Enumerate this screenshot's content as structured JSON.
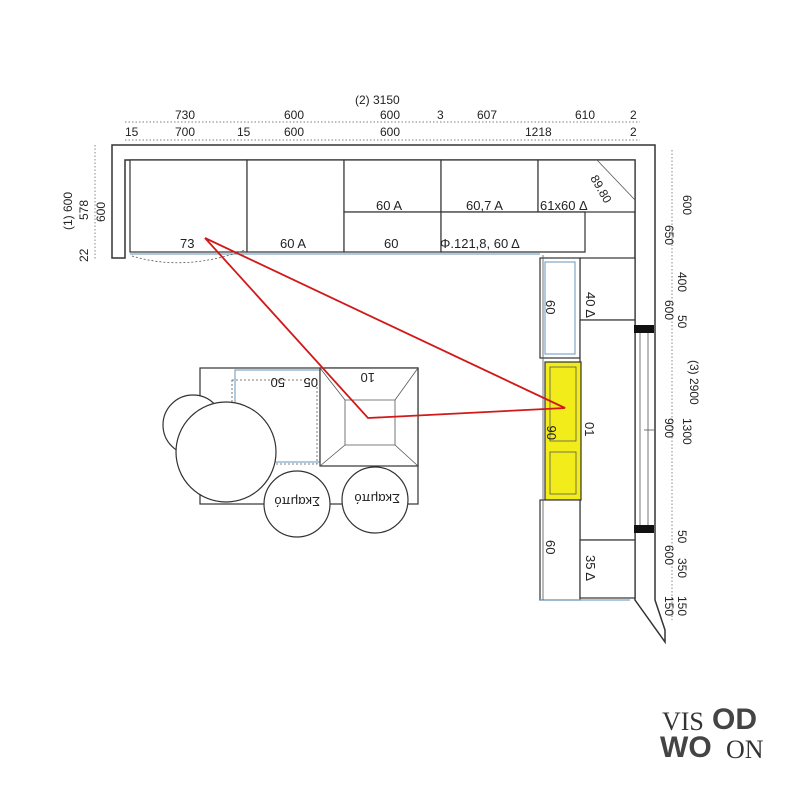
{
  "drawing": {
    "dims_top": {
      "total": "(2) 3150",
      "row1": [
        "730",
        "600",
        "600",
        "3",
        "607",
        "610",
        "2"
      ],
      "row2": [
        "15",
        "700",
        "15",
        "600",
        "600",
        "1218",
        "2"
      ]
    },
    "dims_left": {
      "wall": "(1) 600",
      "sub1": "578",
      "sub2": "600",
      "sub3": "22"
    },
    "dims_right": {
      "wall": "(3) 2900",
      "col1": [
        "650",
        "400",
        "50",
        "600",
        "1300",
        "900",
        "50",
        "350",
        "600",
        "150",
        "150"
      ],
      "col2": [
        "600"
      ]
    },
    "angle": "89.80",
    "cabinets": {
      "top_upper": [
        "60 A",
        "60,7 A",
        "61x60 Δ"
      ],
      "top_lower": [
        "73",
        "60 A",
        "60",
        "Φ.121,8, 60 Δ"
      ],
      "right": [
        "40 Δ",
        "60",
        "01",
        "60",
        "35 Δ",
        "06"
      ],
      "island": [
        "50",
        "05",
        "10"
      ],
      "chairs": [
        "Σκαμπό",
        "Σκαμπό"
      ]
    }
  },
  "colors": {
    "highlight": "#f2ec1a",
    "line": "#d11919",
    "accent_blue": "#7ea6c7"
  },
  "logo": {
    "line1_left": "VIS",
    "line1_right": "OD",
    "line2_left": "WO",
    "line2_right": "ON"
  }
}
